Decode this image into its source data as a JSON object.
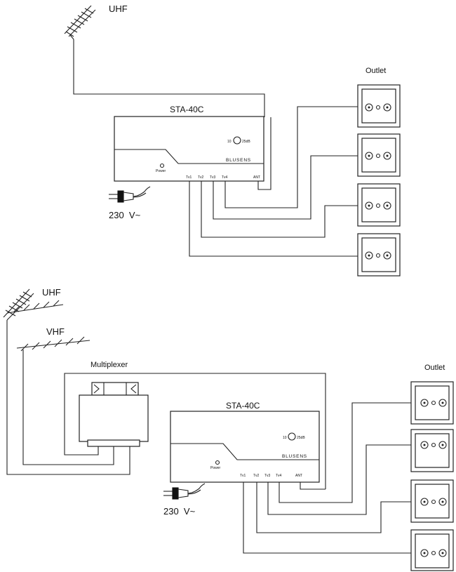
{
  "diagram1": {
    "antenna_label": "UHF",
    "amp_model": "STA-40C",
    "gain_low": "10",
    "gain_high": "25dB",
    "brand": "BLUSENS",
    "power_label": "Power",
    "ports": [
      "Tv1",
      "Tv2",
      "Tv3",
      "Tv4",
      "ANT"
    ],
    "outlet_label": "Outlet",
    "voltage": "230  V~"
  },
  "diagram2": {
    "antenna_uhf_label": "UHF",
    "antenna_vhf_label": "VHF",
    "multiplexer_label": "Multiplexer",
    "amp_model": "STA-40C",
    "gain_low": "10",
    "gain_high": "25dB",
    "brand": "BLUSENS",
    "power_label": "Power",
    "ports": [
      "Tv1",
      "Tv2",
      "Tv3",
      "Tv4",
      "ANT"
    ],
    "outlet_label": "Outlet",
    "voltage": "230  V~"
  }
}
